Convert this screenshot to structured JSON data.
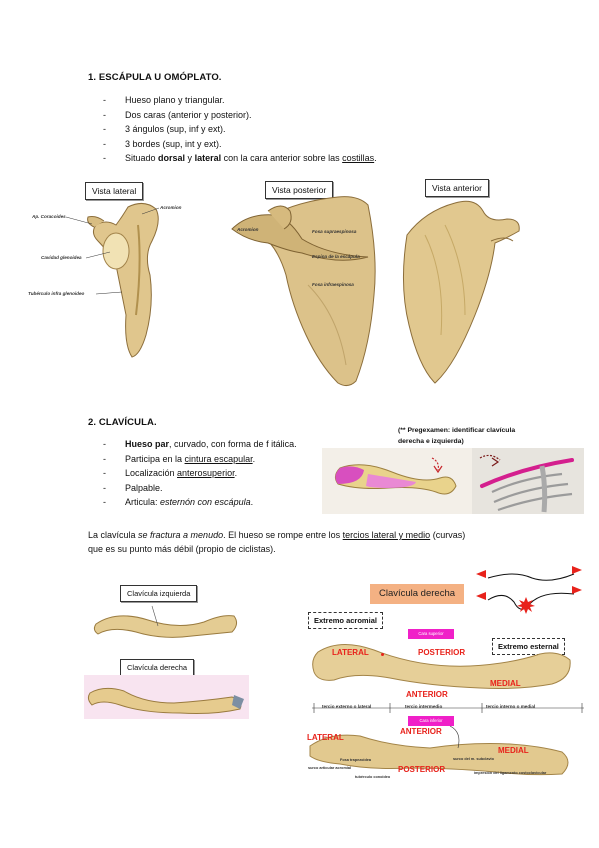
{
  "scapula": {
    "heading": "1. ESCÁPULA U OMÓPLATO.",
    "bullets": {
      "b1": "Hueso plano y triangular.",
      "b2": "Dos caras (anterior y posterior).",
      "b3": "3 ángulos (sup, inf y ext).",
      "b4": "3 bordes (sup, int y ext).",
      "b5_pre": "Situado ",
      "b5_bold1": "dorsal",
      "b5_mid": " y ",
      "b5_bold2": "lateral",
      "b5_post": " con la cara anterior sobre las ",
      "b5_link": "costillas",
      "b5_end": "."
    },
    "views": {
      "lateral": "Vista lateral",
      "posterior": "Vista posterior",
      "anterior": "Vista anterior"
    },
    "lateral_labels": {
      "acromion": "Acromion",
      "coracoides": "Ap. Coracoides",
      "glenoidea": "Cavidad glenoidea",
      "tuberculo": "Tubérculo infra glenoideo"
    },
    "posterior_labels": {
      "acromion": "Acromion",
      "fosa_supra": "Fosa supraespinosa",
      "espina": "Espina de la escápula",
      "fosa_infra": "Fosa infraespinosa"
    }
  },
  "clavicle": {
    "heading": "2. CLAVÍCULA.",
    "bullets": {
      "b1_bold": "Hueso par",
      "b1_rest": ", curvado, con forma de f itálica.",
      "b2_pre": "Participa en la ",
      "b2_link": "cintura escapular",
      "b2_end": ".",
      "b3_pre": "Localización ",
      "b3_link": "anterosuperior",
      "b3_end": ".",
      "b4": "Palpable.",
      "b5_pre": "Articula: ",
      "b5_italic": "esternón con escápula",
      "b5_end": "."
    },
    "exam_note_line1": "(** Pregexamen: identificar clavícula",
    "exam_note_line2": "derecha e izquierda)",
    "para": {
      "l1_pre": "La clavícula ",
      "l1_italic": "se fractura a menudo",
      "l1_mid": ". El hueso se rompe entre los ",
      "l1_link": "tercios lateral y medio",
      "l1_end": " (curvas)",
      "l2": "que es su punto más débil (propio de ciclistas)."
    },
    "left_boxes": {
      "izquierda": "Clavícula izquierda",
      "derecha": "Clavícula derecha"
    },
    "right_panel": {
      "title": "Clavícula derecha",
      "extremo_acromial": "Extremo acromial",
      "extremo_esternal": "Extremo esternal",
      "lateral_top": "LATERAL",
      "posterior_top": "POSTERIOR",
      "anterior_mid": "ANTERIOR",
      "medial_top": "MEDIAL",
      "cara_superior": "Cara superior",
      "cara_inferior": "Cara inferior",
      "lateral_bot": "LATERAL",
      "anterior_bot": "ANTERIOR",
      "posterior_bot": "POSTERIOR",
      "medial_bot": "MEDIAL",
      "tercio_lat": "tercio externo o lateral",
      "tercio_int": "tercio intermedio",
      "tercio_med": "tercio interno o medial",
      "lbl1": "Fosa trapezoidea",
      "lbl2": "surco articular acromial",
      "lbl3": "tubérculo conoideo",
      "lbl4": "surco del m. subclavio",
      "lbl5": "impresión del ligamento costoclavicular"
    }
  },
  "colors": {
    "bone": "#e3cd96",
    "bone_dark": "#b89a5c",
    "accent_red": "#e8221b",
    "magenta": "#f020c8",
    "title_orange": "#f4b183"
  }
}
